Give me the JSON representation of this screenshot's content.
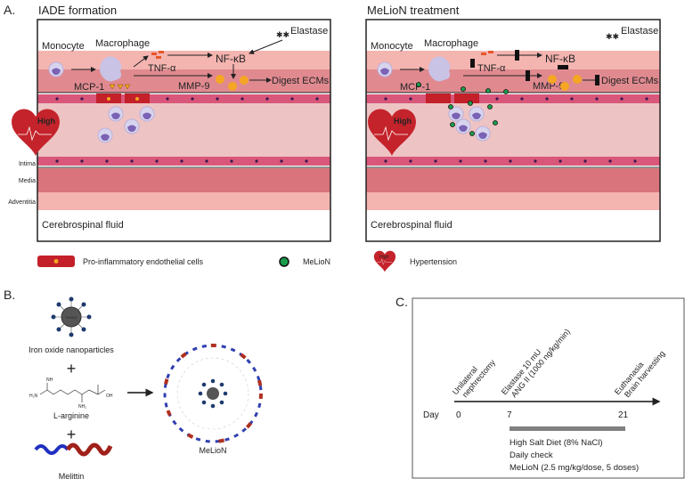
{
  "panel_a": {
    "label": "A.",
    "left": {
      "title": "IADE formation",
      "monocyte": "Monocyte",
      "macrophage": "Macrophage",
      "elastase": "Elastase",
      "tnf": "TNF-α",
      "nfkb": "NF-κB",
      "mcp1": "MCP-1",
      "mmp9": "MMP-9",
      "digest": "Digest ECMs",
      "high": "High",
      "intima": "Intima",
      "media": "Media",
      "adventitia": "Adventitia",
      "csf": "Cerebrospinal fluid"
    },
    "right": {
      "title": "MeLioN treatment",
      "monocyte": "Monocyte",
      "macrophage": "Macrophage",
      "elastase": "Elastase",
      "tnf": "TNF-α",
      "nfkb": "NF-κB",
      "mcp1": "MCP-1",
      "mmp9": "MMP-9",
      "digest": "Digest ECMs",
      "high": "High",
      "csf": "Cerebrospinal fluid"
    },
    "legend": [
      {
        "label": "Pro-inflammatory endothelial cells",
        "icon": "endothelial-cell-icon"
      },
      {
        "label": "MeLioN",
        "icon": "melion-dot-icon"
      },
      {
        "label": "Hypertension",
        "icon": "heart-icon",
        "icon_text": "High"
      }
    ]
  },
  "panel_b": {
    "label": "B.",
    "nanoparticle": "Iron oxide nanoparticles",
    "core_formula": "Fe3O4",
    "arginine": "L-arginine",
    "melittin": "Melittin",
    "product": "MeLioN",
    "plus": "+"
  },
  "panel_c": {
    "label": "C.",
    "day_label": "Day",
    "days": [
      "0",
      "7",
      "21"
    ],
    "events": [
      "Unilateral",
      "nephrectomy",
      "Elastase 10 mU",
      "ANG II (1000 ng/kg/min)",
      "Euthanasia",
      "Brain harvesting"
    ],
    "treatment_lines": [
      "High Salt Diet (8% NaCl)",
      "Daily check",
      "MeLioN (2.5 mg/kg/dose, 5 doses)"
    ]
  },
  "colors": {
    "light_pink": "#f4b4b0",
    "vessel_pink": "#e08a90",
    "lumen": "#eec3c3",
    "media": "#d9747c",
    "endothelial": "#d9577a",
    "inflamed": "#c3202a",
    "mmp": "#f5a623",
    "melion": "#1a9c4a"
  }
}
